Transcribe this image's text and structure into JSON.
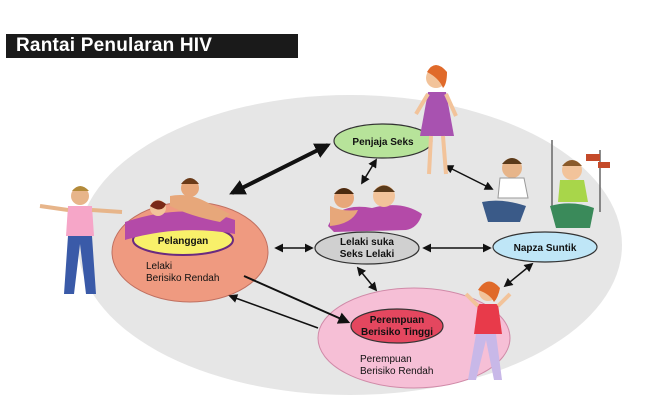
{
  "title": "Rantai Penularan HIV",
  "nodes": {
    "pelanggan": "Pelanggan",
    "lelaki_berisiko_rendah": [
      "Lelaki",
      "Berisiko Rendah"
    ],
    "penjaja_seks": "Penjaja Seks",
    "lelaki_suka_seks_lelaki": [
      "Lelaki suka",
      "Seks Lelaki"
    ],
    "napza_suntik": "Napza Suntik",
    "perempuan_berisiko_tinggi": [
      "Perempuan",
      "Berisiko Tinggi"
    ],
    "perempuan_berisiko_rendah": [
      "Perempuan",
      "Berisiko Rendah"
    ]
  },
  "colors": {
    "background_ellipse": "#e6e6e6",
    "lelaki_group": "#ef9a80",
    "perempuan_group": "#f6bfd6",
    "pelanggan": "#f8f06a",
    "penjaja_seks": "#b7e39a",
    "lsl": "#d0d0d0",
    "napza": "#bfe6f7",
    "perempuan_tinggi": "#e4475f",
    "arrow": "#111111"
  }
}
